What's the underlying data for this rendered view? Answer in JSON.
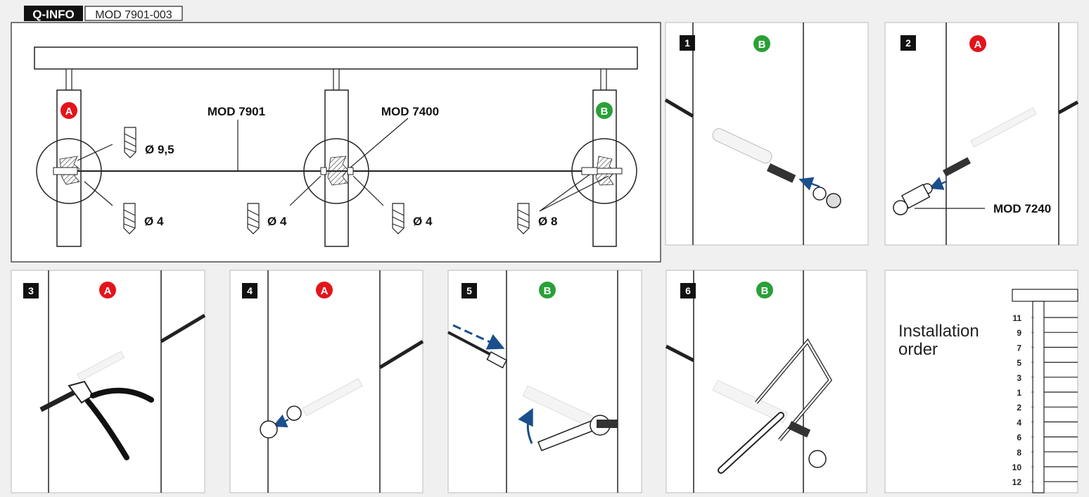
{
  "header": {
    "badge": "Q-INFO",
    "code": "MOD 7901-003"
  },
  "overview": {
    "label_cable": "MOD 7901",
    "label_connector": "MOD 7400",
    "marker_left": "A",
    "marker_right": "B",
    "drill_left_top": "Ø 9,5",
    "drill_left_bottom": "Ø 4",
    "drill_mid_left": "Ø 4",
    "drill_mid_right": "Ø 4",
    "drill_right": "Ø 8"
  },
  "steps": [
    {
      "number": "1",
      "marker": "B"
    },
    {
      "number": "2",
      "marker": "A",
      "part": "MOD 7240"
    },
    {
      "number": "3",
      "marker": "A"
    },
    {
      "number": "4",
      "marker": "A"
    },
    {
      "number": "5",
      "marker": "B"
    },
    {
      "number": "6",
      "marker": "B"
    }
  ],
  "installation": {
    "title_line1": "Installation",
    "title_line2": "order",
    "order": [
      "11",
      "9",
      "7",
      "5",
      "3",
      "1",
      "2",
      "4",
      "6",
      "8",
      "10",
      "12"
    ]
  },
  "colors": {
    "marker_a": "#e3141b",
    "marker_b": "#2aa038",
    "arrow": "#1a4f8b",
    "badge_bg": "#111111"
  }
}
